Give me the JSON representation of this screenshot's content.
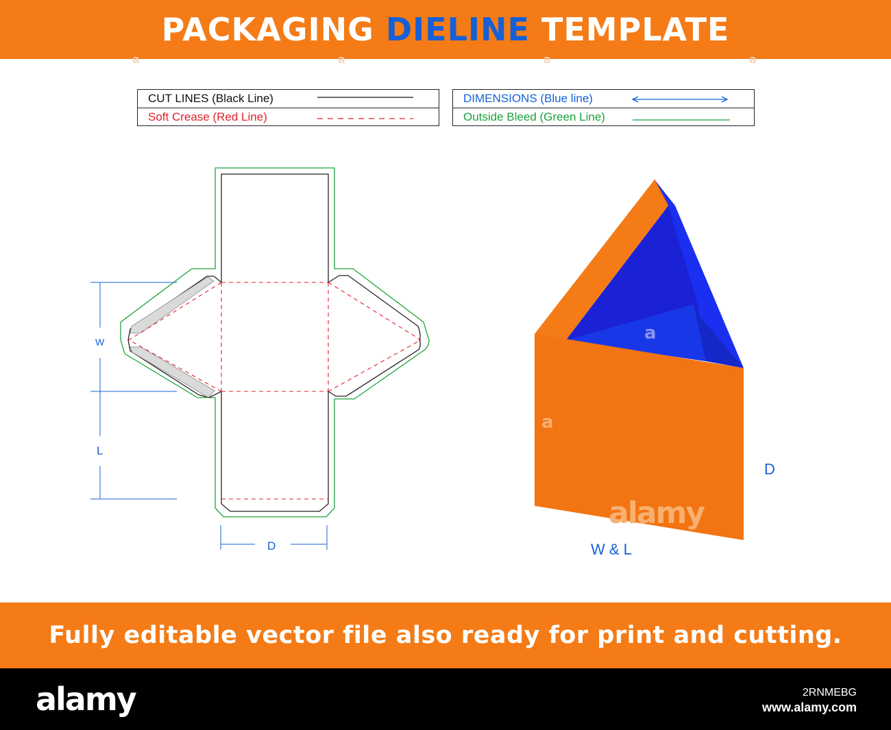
{
  "header": {
    "title_part1": "PACKAGING",
    "title_accent": "DIELINE",
    "title_part2": "TEMPLATE",
    "accent_color": "#1560d6",
    "banner_color": "#f47b16"
  },
  "legend": {
    "cut_lines": "CUT LINES (Black Line)",
    "soft_crease": "Soft Crease (Red Line)",
    "dimensions": "DIMENSIONS (Blue line)",
    "outside_bleed": "Outside Bleed (Green Line)",
    "colors": {
      "cut": "#111111",
      "crease": "#e0202a",
      "dimension": "#1560d6",
      "bleed": "#1aa33a"
    }
  },
  "dieline": {
    "label_w": "W",
    "label_l": "L",
    "label_d": "D"
  },
  "box_3d": {
    "label_d": "D",
    "label_wl": "W & L",
    "face_color": "#f47b16",
    "inner_color": "#1a2ff0"
  },
  "watermark": {
    "small_glyph": "a",
    "center_text": "alamy"
  },
  "footer": {
    "tagline": "Fully editable vector file also ready for print and cutting.",
    "logo": "alamy",
    "image_id": "2RNMEBG",
    "url": "www.alamy.com"
  }
}
